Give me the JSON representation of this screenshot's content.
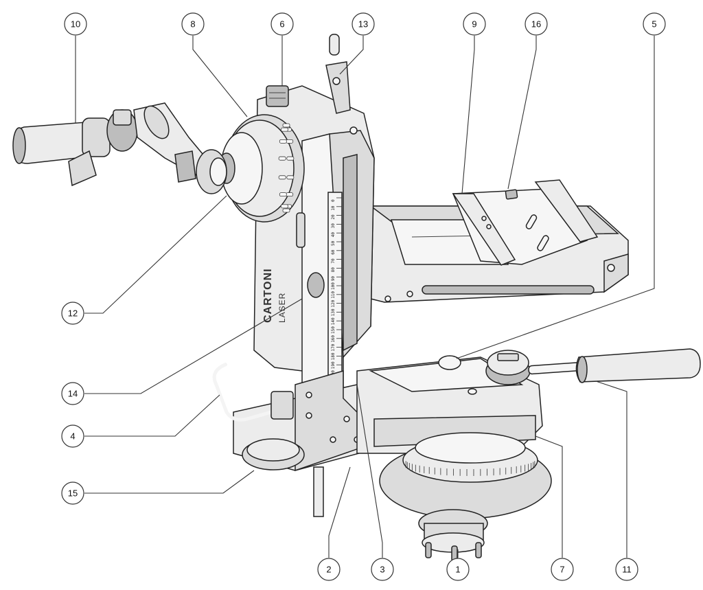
{
  "diagram": {
    "callouts": [
      {
        "id": "c10",
        "label": "10"
      },
      {
        "id": "c8",
        "label": "8"
      },
      {
        "id": "c6",
        "label": "6"
      },
      {
        "id": "c13",
        "label": "13"
      },
      {
        "id": "c9",
        "label": "9"
      },
      {
        "id": "c16",
        "label": "16"
      },
      {
        "id": "c5",
        "label": "5"
      },
      {
        "id": "c12",
        "label": "12"
      },
      {
        "id": "c14",
        "label": "14"
      },
      {
        "id": "c4",
        "label": "4"
      },
      {
        "id": "c15",
        "label": "15"
      },
      {
        "id": "c11",
        "label": "11"
      },
      {
        "id": "c2",
        "label": "2"
      },
      {
        "id": "c3",
        "label": "3"
      },
      {
        "id": "c1",
        "label": "1"
      },
      {
        "id": "c7",
        "label": "7"
      }
    ],
    "scale_labels": [
      "0",
      "10",
      "20",
      "30",
      "40",
      "50",
      "60",
      "70",
      "80",
      "90",
      "100",
      "110",
      "120",
      "130",
      "140",
      "150",
      "160",
      "170",
      "180",
      "190",
      "200"
    ],
    "brand_text": "CARTONI",
    "model_text": "LASER",
    "colors": {
      "outline": "#222222",
      "metal_light": "#ececec",
      "metal_mid": "#dcdcdc",
      "metal_dark": "#bdbdbd"
    }
  }
}
